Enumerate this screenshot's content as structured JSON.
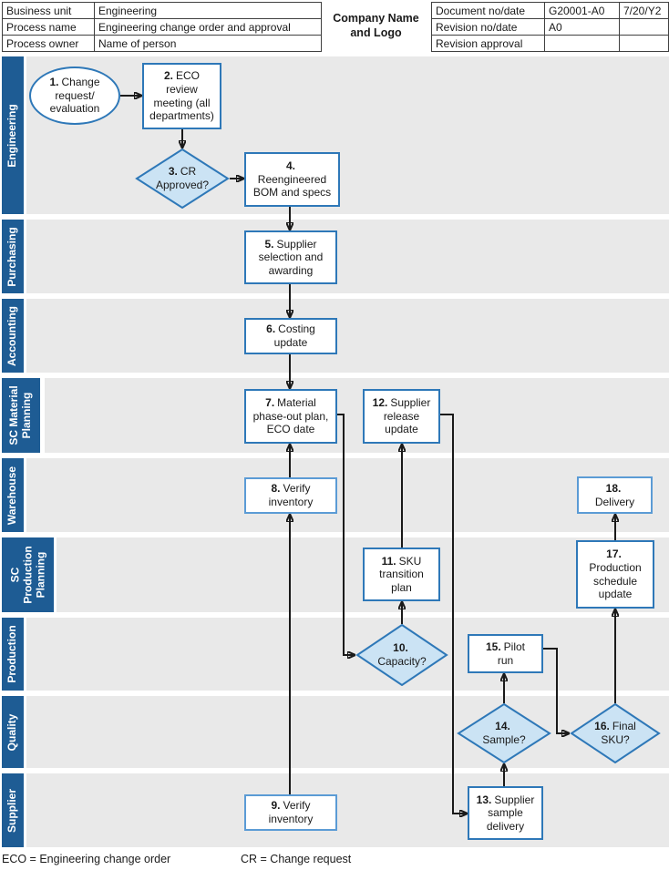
{
  "header": {
    "info_table": {
      "rows": [
        [
          "Business unit",
          "Engineering"
        ],
        [
          "Process name",
          "Engineering change order and approval"
        ],
        [
          "Process owner",
          "Name of person"
        ]
      ]
    },
    "company": "Company Name\nand Logo",
    "doc_table": {
      "rows": [
        [
          "Document no/date",
          "G20001-A0",
          "7/20/Y2"
        ],
        [
          "Revision no/date",
          "A0",
          ""
        ],
        [
          "Revision approval",
          "",
          ""
        ]
      ]
    }
  },
  "lanes": [
    {
      "label": "Engineering"
    },
    {
      "label": "Purchasing"
    },
    {
      "label": "Accounting"
    },
    {
      "label": "SC Material\nPlanning"
    },
    {
      "label": "Warehouse"
    },
    {
      "label": "SC\nProduction\nPlanning"
    },
    {
      "label": "Production"
    },
    {
      "label": "Quality"
    },
    {
      "label": "Supplier"
    }
  ],
  "nodes": [
    {
      "id": 1,
      "type": "start",
      "lane": "Engineering",
      "num": "1.",
      "text": "Change\nrequest/\nevaluation"
    },
    {
      "id": 2,
      "type": "process",
      "lane": "Engineering",
      "num": "2.",
      "text": "ECO\nreview\nmeeting (all\ndepartments)"
    },
    {
      "id": 3,
      "type": "decision",
      "lane": "Engineering",
      "num": "3.",
      "text": "CR\nApproved?"
    },
    {
      "id": 4,
      "type": "process",
      "lane": "Engineering",
      "num": "4.",
      "text": "\nReengineered\nBOM and specs"
    },
    {
      "id": 5,
      "type": "process",
      "lane": "Purchasing",
      "num": "5.",
      "text": "Supplier\nselection and\nawarding"
    },
    {
      "id": 6,
      "type": "process",
      "lane": "Accounting",
      "num": "6.",
      "text": "Costing\nupdate"
    },
    {
      "id": 7,
      "type": "process",
      "lane": "SC Material Planning",
      "num": "7.",
      "text": "Material\nphase-out plan,\nECO date"
    },
    {
      "id": 8,
      "type": "process",
      "lane": "Warehouse",
      "num": "8.",
      "text": "Verify\ninventory"
    },
    {
      "id": 9,
      "type": "process",
      "lane": "Supplier",
      "num": "9.",
      "text": "Verify\ninventory"
    },
    {
      "id": 10,
      "type": "decision",
      "lane": "Production",
      "num": "10.",
      "text": "\nCapacity?"
    },
    {
      "id": 11,
      "type": "process",
      "lane": "SC Production Planning",
      "num": "11.",
      "text": "SKU\ntransition\nplan"
    },
    {
      "id": 12,
      "type": "process",
      "lane": "SC Material Planning",
      "num": "12.",
      "text": "Supplier\nrelease\nupdate"
    },
    {
      "id": 13,
      "type": "process",
      "lane": "Supplier",
      "num": "13.",
      "text": "Supplier\nsample\ndelivery"
    },
    {
      "id": 14,
      "type": "decision",
      "lane": "Quality",
      "num": "14.",
      "text": "\nSample?"
    },
    {
      "id": 15,
      "type": "process",
      "lane": "Production",
      "num": "15.",
      "text": "Pilot\nrun"
    },
    {
      "id": 16,
      "type": "decision",
      "lane": "Quality",
      "num": "16.",
      "text": "Final\nSKU?"
    },
    {
      "id": 17,
      "type": "process",
      "lane": "SC Production Planning",
      "num": "17.",
      "text": "\nProduction\nschedule\nupdate"
    },
    {
      "id": 18,
      "type": "process",
      "lane": "Warehouse",
      "num": "18.",
      "text": "\nDelivery"
    }
  ],
  "flows": [
    "1→2",
    "2→3",
    "3→4",
    "4→5",
    "5→6",
    "6→7",
    "8→7",
    "9→8",
    "7→10",
    "10→11",
    "11→12",
    "12→13",
    "13→14",
    "14→15",
    "15→16",
    "16→17",
    "17→18"
  ],
  "footer": {
    "left": "ECO = Engineering change order",
    "right": "CR = Change request"
  },
  "colors": {
    "lane_strip_blue": "#1E5C94",
    "box_border_blue": "#2E78B8",
    "box_border_light": "#5B9BD5",
    "diamond_fill": "#CBE3F4",
    "lane_body_gray": "#E9E9E9"
  }
}
